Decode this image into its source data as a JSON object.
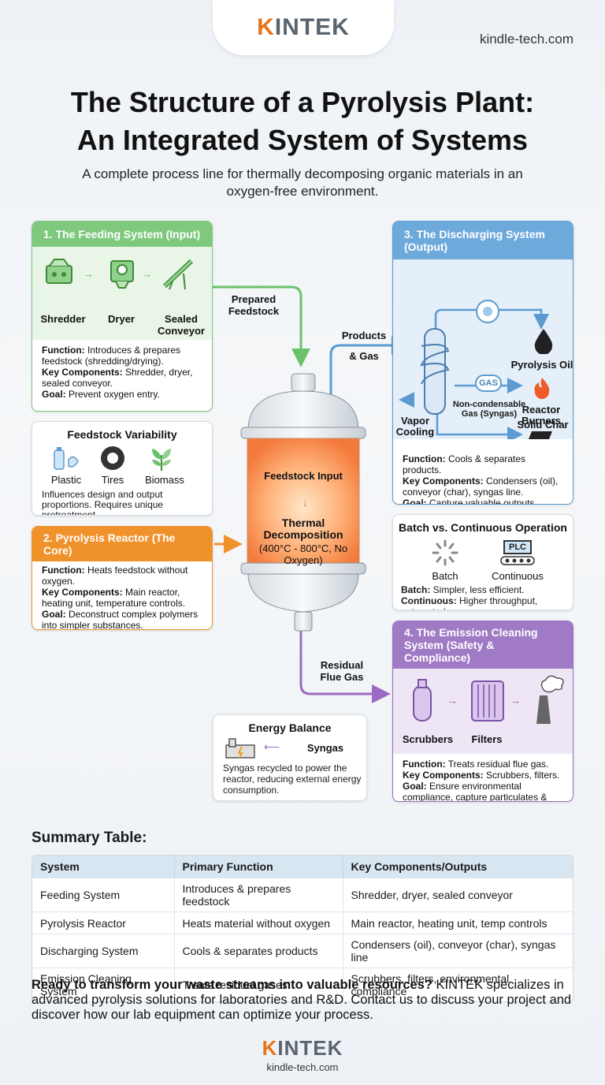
{
  "brand": {
    "logo_k": "K",
    "logo_rest": "INTEK",
    "site": "kindle-tech.com"
  },
  "title_line1": "The Structure of a Pyrolysis Plant:",
  "title_line2": "An Integrated System of Systems",
  "subtitle": "A complete process line for thermally decomposing organic materials in an oxygen-free environment.",
  "feeding": {
    "title": "1. The Feeding System (Input)",
    "items": [
      "Shredder",
      "Dryer",
      "Sealed Conveyor"
    ],
    "function_label": "Function:",
    "function": " Introduces & prepares feedstock (shredding/drying).",
    "components_label": "Key Components:",
    "components": " Shredder, dryer, sealed conveyor.",
    "goal_label": "Goal:",
    "goal": " Prevent oxygen entry."
  },
  "variability": {
    "title": "Feedstock Variability",
    "items": [
      "Plastic",
      "Tires",
      "Biomass"
    ],
    "text": "Influences design and output proportions. Requires unique pretreatment."
  },
  "reactor_card": {
    "title": "2. Pyrolysis Reactor (The Core)",
    "function_label": "Function:",
    "function": " Heats feedstock without oxygen.",
    "components_label": "Key Components:",
    "components": " Main reactor, heating unit, temperature controls.",
    "goal_label": "Goal:",
    "goal": " Deconstruct complex polymers into simpler substances."
  },
  "reactor": {
    "input": "Feedstock Input",
    "process": "Thermal Decomposition",
    "conditions": "(400°C - 800°C, No Oxygen)"
  },
  "flows": {
    "prepared": "Prepared Feedstock",
    "products": "Products",
    "gas": "& Gas",
    "residual": "Residual Flue Gas",
    "vapor": "Vapor Cooling"
  },
  "discharging": {
    "title": "3. The Discharging System (Output)",
    "oil": "Pyrolysis Oil",
    "gas_badge": "GAS",
    "gas": "Non-condensable Gas (Syngas)",
    "burners": "Reactor Burners",
    "char": "Solid Char",
    "function_label": "Function:",
    "function": " Cools & separates products.",
    "components_label": "Key Components:",
    "components": " Condensers (oil), conveyor (char), syngas line.",
    "goal_label": "Goal:",
    "goal": " Capture valuable outputs, improve energy efficiency."
  },
  "operation": {
    "title": "Batch vs. Continuous Operation",
    "batch": "Batch",
    "continuous": "Continuous",
    "plc": "PLC",
    "batch_label": "Batch:",
    "batch_text": " Simpler, less efficient.",
    "cont_label": "Continuous:",
    "cont_text": " Higher throughput, automated."
  },
  "emission": {
    "title": "4. The Emission Cleaning System (Safety & Compliance)",
    "scrubbers": "Scrubbers",
    "filters": "Filters",
    "function_label": "Function:",
    "function": " Treats residual flue gas.",
    "components_label": "Key Components:",
    "components": " Scrubbers, filters.",
    "goal_label": "Goal:",
    "goal": " Ensure environmental compliance, capture particulates & harmful compounds."
  },
  "energy": {
    "title": "Energy Balance",
    "syngas": "Syngas",
    "text": "Syngas recycled to power the reactor, reducing external energy consumption."
  },
  "summary": {
    "heading": "Summary Table:",
    "columns": [
      "System",
      "Primary Function",
      "Key Components/Outputs"
    ],
    "rows": [
      [
        "Feeding System",
        "Introduces & prepares feedstock",
        "Shredder, dryer, sealed conveyor"
      ],
      [
        "Pyrolysis Reactor",
        "Heats material without oxygen",
        "Main reactor, heating unit, temp controls"
      ],
      [
        "Discharging System",
        "Cools & separates products",
        "Condensers (oil), conveyor (char), syngas line"
      ],
      [
        "Emission Cleaning System",
        "Treats residual gases",
        "Scrubbers, filters, environmental compliance"
      ]
    ]
  },
  "cta": {
    "bold": "Ready to transform your waste streams into valuable resources?",
    "text": " KINTEK specializes in advanced pyrolysis solutions for laboratories and R&D. Contact us to discuss your project and discover how our lab equipment can optimize your process."
  },
  "colors": {
    "green": "#5cb85c",
    "orange": "#f0922b",
    "blue": "#5b9bd1",
    "purple": "#9b6bc3"
  }
}
